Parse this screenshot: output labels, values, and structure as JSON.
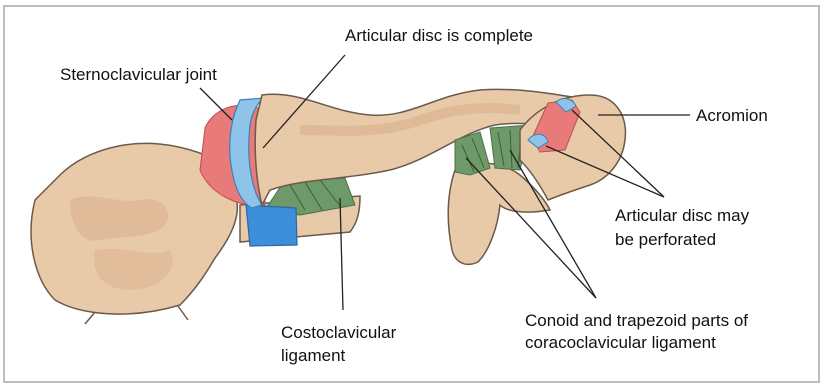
{
  "labels": {
    "articular_disc_complete": "Articular disc is complete",
    "sternoclavicular_joint": "Sternoclavicular joint",
    "acromion": "Acromion",
    "articular_disc_perforated_line1": "Articular disc may",
    "articular_disc_perforated_line2": "be perforated",
    "costoclavicular_line1": "Costoclavicular",
    "costoclavicular_line2": "ligament",
    "coracoclavicular_line1": "Conoid and trapezoid parts of",
    "coracoclavicular_line2": "coracoclavicular ligament"
  },
  "colors": {
    "bone": "#e8c9a8",
    "bone_shade": "#c89a76",
    "bone_outline": "#6b5a4a",
    "cartilage_red": "#e97a7a",
    "disc_blue": "#8fc4ea",
    "ligament_blue": "#3d8fd9",
    "ligament_green": "#6e9a6a",
    "leader_line": "#222222",
    "frame": "#999999"
  }
}
